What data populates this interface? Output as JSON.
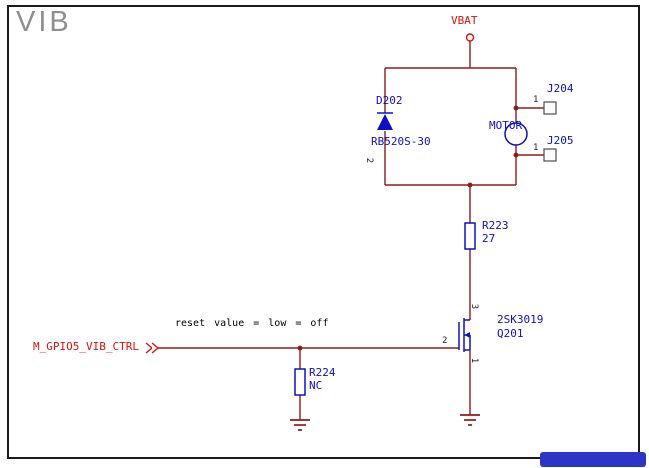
{
  "title": "VIB",
  "nets": {
    "vbat": "VBAT",
    "gpio_ctrl": "M_GPIO5_VIB_CTRL"
  },
  "annotation": "reset value = low = off",
  "components": {
    "d202": {
      "ref": "D202",
      "value": "RB520S-30",
      "pin_2": "2"
    },
    "motor": {
      "label": "MOTOR"
    },
    "j204": {
      "ref": "J204",
      "pin_1": "1"
    },
    "j205": {
      "ref": "J205",
      "pin_1": "1"
    },
    "r223": {
      "ref": "R223",
      "value": "27"
    },
    "q201": {
      "ref": "Q201",
      "part": "2SK3019",
      "pin_drain": "3",
      "pin_gate": "2",
      "pin_source": "1"
    },
    "r224": {
      "ref": "R224",
      "value": "NC"
    }
  },
  "colors": {
    "wire": "#8e1b1b",
    "net_label": "#e01010",
    "component_label": "#1010c0",
    "pin_number": "#222222",
    "watermark": "#2d35c9"
  }
}
